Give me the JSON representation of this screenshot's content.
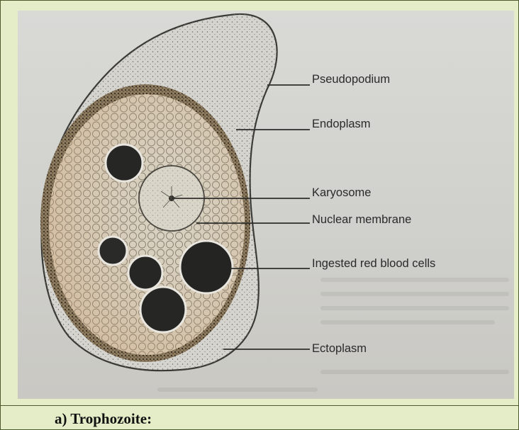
{
  "labels": {
    "pseudopodium": "Pseudopodium",
    "endoplasm": "Endoplasm",
    "karyosome": "Karyosome",
    "nuclear_membrane": "Nuclear membrane",
    "ingested_rbc": "Ingested red blood cells",
    "ectoplasm": "Ectoplasm"
  },
  "caption": "a) Trophozoite:",
  "colors": {
    "frame_border": "#4d5a2e",
    "cell_background": "#e4ecc8",
    "ink": "#2a2a2a"
  }
}
